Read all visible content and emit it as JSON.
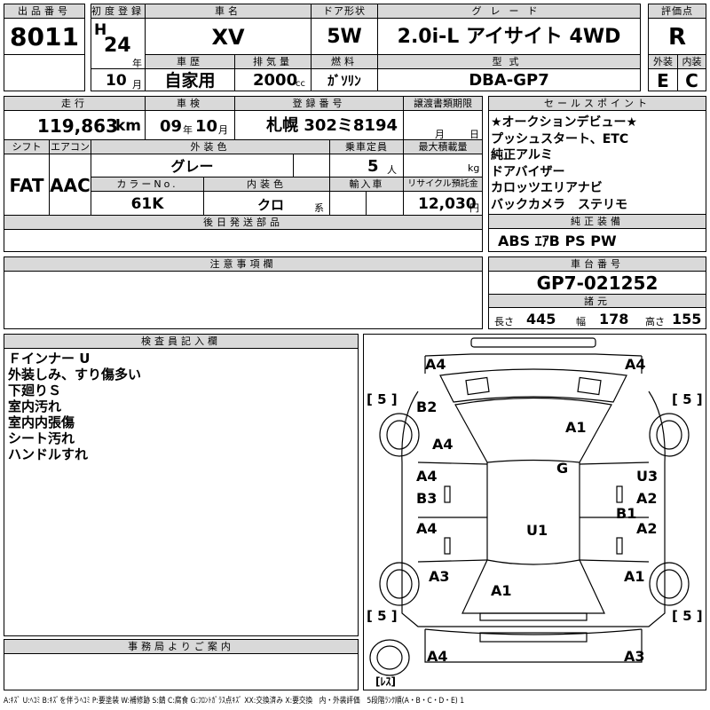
{
  "header": {
    "lot_label": "出品番号",
    "lot": "8011",
    "first_reg_label": "初度登録",
    "era": "H",
    "year": "24",
    "year_unit": "年",
    "month": "10",
    "month_unit": "月",
    "car_name_label": "車名",
    "car_name": "XV",
    "doors_label": "ドア形状",
    "doors": "5W",
    "grade_label": "グレード",
    "grade": "2.0i-L アイサイト 4WD",
    "score_label": "評価点",
    "score": "R",
    "history_label": "車歴",
    "history": "自家用",
    "displacement_label": "排気量",
    "displacement": "2000",
    "displacement_unit": "cc",
    "fuel_label": "燃料",
    "fuel": "ｶﾞｿﾘﾝ",
    "model_label": "型式",
    "model": "DBA-GP7",
    "exterior_grade_label": "外装",
    "exterior_grade": "E",
    "interior_grade_label": "内装",
    "interior_grade": "C"
  },
  "row2": {
    "mileage_label": "走行",
    "mileage": "119,863",
    "mileage_unit": "km",
    "inspection_label": "車検",
    "inspection_year": "09",
    "inspection_year_unit": "年",
    "inspection_month": "10",
    "inspection_month_unit": "月",
    "reg_no_label": "登録番号",
    "reg_no": "札幌 302ミ8194",
    "transfer_label": "譲渡書類期限",
    "transfer_month_unit": "月",
    "transfer_day_unit": "日",
    "shift_label": "シフト",
    "shift": "FAT",
    "ac_label": "エアコン",
    "ac": "AAC",
    "ext_color_label": "外装色",
    "ext_color": "グレー",
    "capacity_label": "乗車定員",
    "capacity": "5",
    "capacity_unit": "人",
    "max_load_label": "最大積載量",
    "max_load_unit": "kg",
    "color_no_label": "カラーNo.",
    "color_no": "61K",
    "int_color_label": "内装色",
    "int_color": "クロ",
    "int_color_unit": "系",
    "import_label": "輸入車",
    "recycle_label": "リサイクル預託金",
    "recycle": "12,030",
    "recycle_unit": "円"
  },
  "sales_points": {
    "label": "セールスポイント",
    "items": [
      "★オークションデビュー★",
      "プッシュスタート、ETC",
      "純正アルミ",
      "ドアバイザー",
      "カロッツエリアナビ",
      "バックカメラ　ステリモ"
    ]
  },
  "oem_equipment": {
    "label": "純正装備",
    "value": "ABS ｴｱB PS PW"
  },
  "later_parts": {
    "label": "後日発送部品"
  },
  "notes": {
    "label": "注意事項欄"
  },
  "chassis": {
    "label": "車台番号",
    "value": "GP7-021252",
    "spec_label": "諸元",
    "length_label": "長さ",
    "length": "445",
    "width_label": "幅",
    "width": "178",
    "height_label": "高さ",
    "height": "155"
  },
  "inspector": {
    "label": "検査員記入欄",
    "lines": [
      "Ｆインナー U",
      "外装しみ、すり傷多い",
      "下廻りＳ",
      "室内汚れ",
      "室内内張傷",
      "シート汚れ",
      "ハンドルすれ"
    ]
  },
  "office": {
    "label": "事務局よりご案内"
  },
  "diagram": {
    "marks": [
      "A4",
      "A4",
      "B2",
      "A4",
      "A1",
      "G",
      "A4",
      "B3",
      "A4",
      "U3",
      "A2",
      "B1",
      "A2",
      "U1",
      "A3",
      "A1",
      "A1",
      "A4",
      "A3"
    ],
    "tire_label": "[ 5 ]",
    "spare_label": "[ﾚｽ]"
  },
  "legend": "A:ｷｽﾞ U:ﾍｺﾐ B:ｷｽﾞを伴うﾍｺﾐ P:要塗装 W:補修跡 S:錆 C:腐食 G:ﾌﾛﾝﾄｶﾞﾗｽ点ｷｽﾞ XX:交換済み X:要交換　内・外装評価　5段階ﾗﾝｸ順(A・B・C・D・E) 1"
}
